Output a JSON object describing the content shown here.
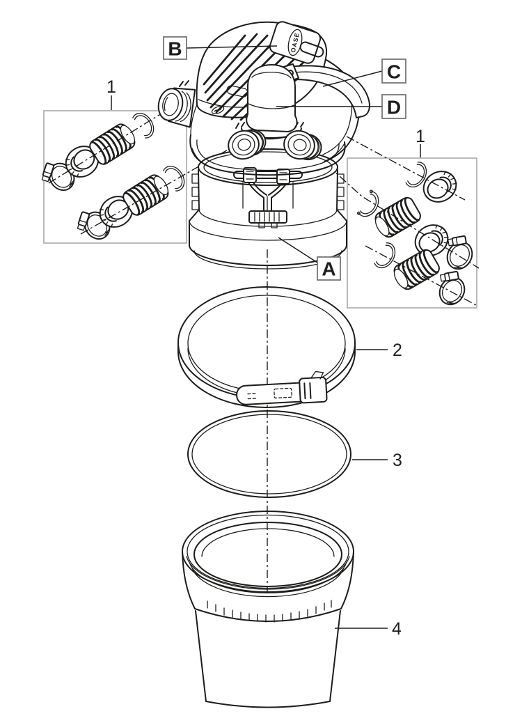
{
  "diagram": {
    "badge_text": "OASE",
    "callouts": {
      "a": "A",
      "b": "B",
      "c": "C",
      "d": "D"
    },
    "numbers": {
      "left_kit": "1",
      "right_kit": "1",
      "clamp_ring": "2",
      "seal_ring": "3",
      "container": "4"
    },
    "colors": {
      "background": "#ffffff",
      "line": "#1d1d1b",
      "group_box_border": "#a8a8a8",
      "callout_box_border": "#6e6e6e"
    }
  }
}
